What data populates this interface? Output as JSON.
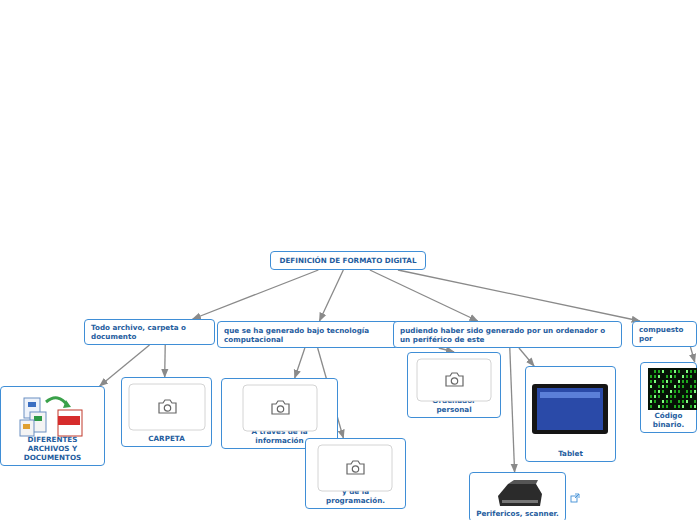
{
  "diagram": {
    "nodes": [
      {
        "text": [
          "DEFINICIÓN DE FORMATO DIGITAL"
        ]
      },
      {
        "text": [
          "Todo archivo, carpeta o documento"
        ]
      },
      {
        "text": [
          "que se ha generado bajo tecnología computacional"
        ]
      },
      {
        "text": [
          "pudiendo haber sido generado por un ordenador o un periférico de este"
        ]
      },
      {
        "text": [
          "compuesto por"
        ]
      },
      {
        "text": [
          "DIFERENTES ARCHIVOS Y DOCUMENTOS"
        ]
      },
      {
        "text": [
          "CARPETA"
        ]
      },
      {
        "text": [
          "A través de la información"
        ]
      },
      {
        "text": [
          "y de la programación."
        ]
      },
      {
        "text": [
          "Ordenador personal"
        ]
      },
      {
        "text": [
          "Tablet"
        ]
      },
      {
        "text": [
          "Perifericos, scanner."
        ]
      },
      {
        "text": [
          "Código binario."
        ]
      }
    ],
    "edges": [
      {
        "from": 0,
        "to": 1,
        "arrow": "to"
      },
      {
        "from": 0,
        "to": 2,
        "arrow": "to"
      },
      {
        "from": 0,
        "to": 3,
        "arrow": "to"
      },
      {
        "from": 0,
        "to": 4,
        "arrow": "to"
      },
      {
        "from": 1,
        "to": 5,
        "arrow": "to"
      },
      {
        "from": 1,
        "to": 6,
        "arrow": "to"
      },
      {
        "from": 2,
        "to": 7,
        "arrow": "to"
      },
      {
        "from": 2,
        "to": 8,
        "arrow": "to"
      },
      {
        "from": 3,
        "to": 9,
        "arrow": "to"
      },
      {
        "from": 3,
        "to": 10,
        "arrow": "to"
      },
      {
        "from": 3,
        "to": 11,
        "arrow": "to"
      },
      {
        "from": 4,
        "to": 12,
        "arrow": "to"
      }
    ]
  }
}
